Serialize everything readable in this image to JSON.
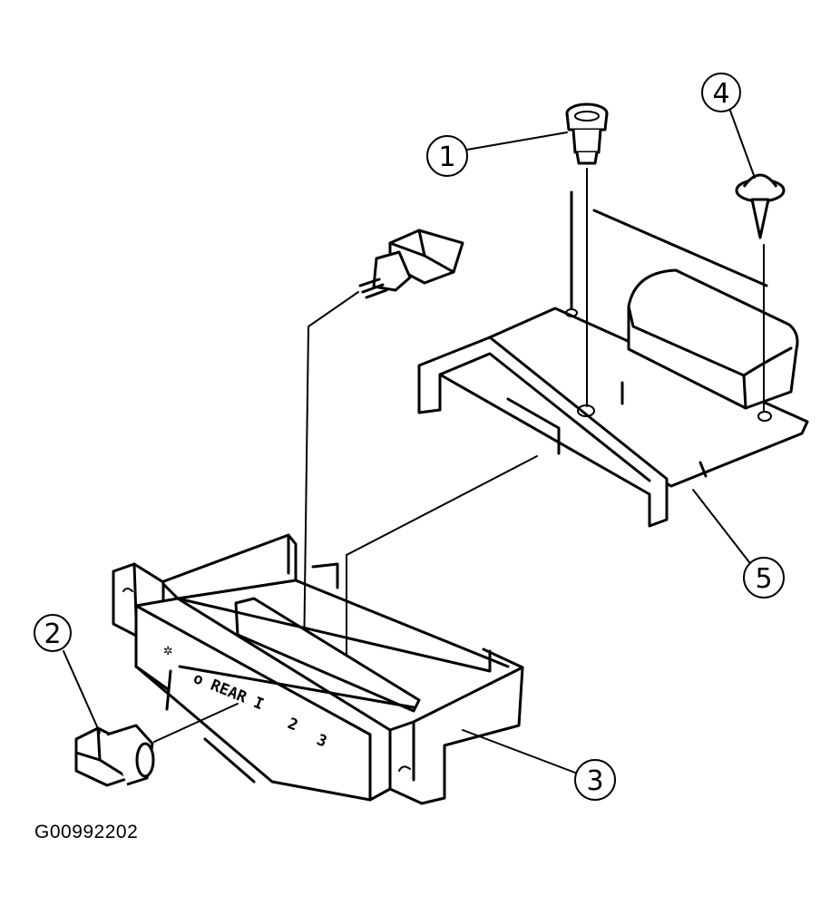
{
  "diagram": {
    "callouts": [
      "1",
      "2",
      "3",
      "4",
      "5"
    ],
    "panel_text": {
      "mode": "o REAR I",
      "speed_2": "2",
      "speed_3": "3"
    },
    "figure_code": "G00992202"
  }
}
